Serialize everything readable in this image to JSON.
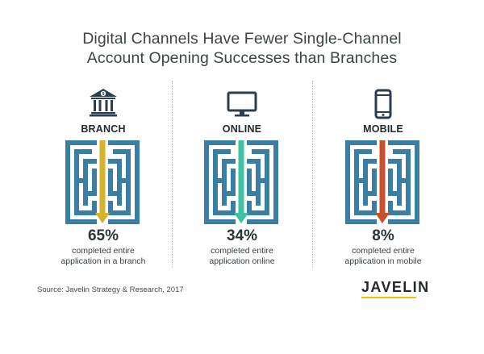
{
  "title_lines": [
    "Digital Channels Have Fewer Single-Channel",
    "Account Opening Successes than Branches"
  ],
  "colors": {
    "maze": "#3a7ea6",
    "icon": "#2a3e52",
    "branch_arrow": "#d6b32a",
    "online_arrow": "#3fc3a3",
    "mobile_arrow": "#c8502c",
    "brand_underline": "#f2c200"
  },
  "channels": [
    {
      "label": "BRANCH",
      "icon": "bank-icon",
      "pct": "65%",
      "desc": [
        "completed entire",
        "application in a branch"
      ]
    },
    {
      "label": "ONLINE",
      "icon": "monitor-icon",
      "pct": "34%",
      "desc": [
        "completed entire",
        "application online"
      ]
    },
    {
      "label": "MOBILE",
      "icon": "smartphone-icon",
      "pct": "8%",
      "desc": [
        "completed entire",
        "application in mobile"
      ]
    }
  ],
  "chart_data": {
    "type": "table",
    "title": "Digital Channels Have Fewer Single-Channel Account Opening Successes than Branches",
    "categories": [
      "BRANCH",
      "ONLINE",
      "MOBILE"
    ],
    "values": [
      65,
      34,
      8
    ],
    "value_labels": [
      "65%",
      "34%",
      "8%"
    ]
  },
  "source": "Source: Javelin Strategy & Research, 2017",
  "brand": "JAVELIN"
}
